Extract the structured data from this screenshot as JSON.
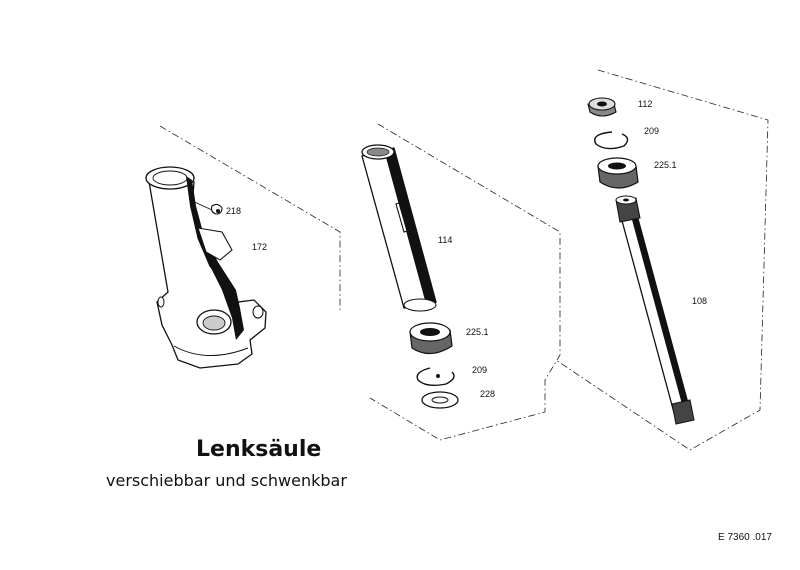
{
  "title": "Lenksäule",
  "subtitle": "verschiebbar und schwenkbar",
  "drawing_code": "E 7360 .017",
  "parts": {
    "p218": "218",
    "p172": "172",
    "p114": "114",
    "p225a": "225.1",
    "p209a": "209",
    "p228": "228",
    "p112": "112",
    "p209b": "209",
    "p225b": "225.1",
    "p108": "108"
  }
}
